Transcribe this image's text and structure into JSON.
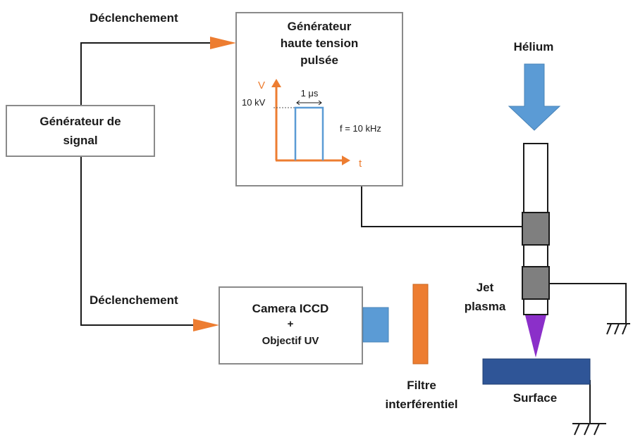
{
  "labels": {
    "trigger_top": "Déclenchement",
    "trigger_bottom": "Déclenchement",
    "signal_generator": [
      "Générateur de",
      "signal"
    ],
    "hv_generator": [
      "Générateur",
      "haute tension",
      "pulsée"
    ],
    "helium": "Hélium",
    "camera": [
      "Camera ICCD",
      "+",
      "Objectif UV"
    ],
    "filter": [
      "Filtre",
      "interférentiel"
    ],
    "jet": [
      "Jet",
      "plasma"
    ],
    "surface": "Surface"
  },
  "pulse_plot": {
    "y_axis": "V",
    "x_axis": "t",
    "amplitude": "10 kV",
    "width": "1 μs",
    "frequency": "f = 10 kHz"
  },
  "colors": {
    "box_border": "#8a8a8a",
    "line": "#1a1a1a",
    "orange": "#ED7D31",
    "blue": "#5B9BD5",
    "gray_electrode": "#7f7f7f",
    "surface": "#2F5597",
    "plasma": "#8B2FC9"
  }
}
